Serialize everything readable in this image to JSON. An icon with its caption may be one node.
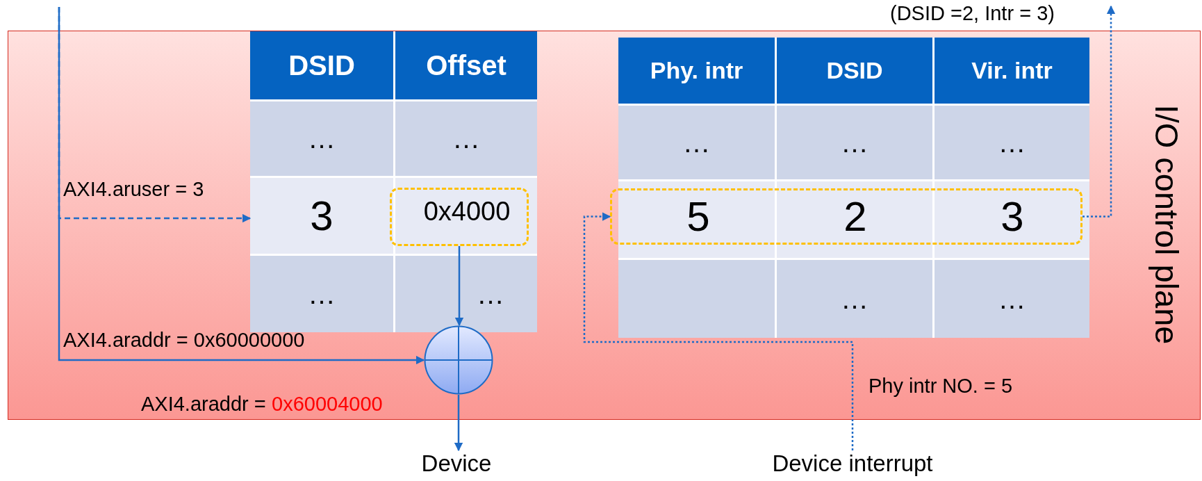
{
  "diagram": {
    "nodes": [
      {
        "text": [
          "I/O control plane"
        ]
      },
      {
        "text": [
          "DSID",
          "Offset",
          "…",
          "…",
          "3",
          "…",
          "…"
        ],
        "in": 0
      },
      {
        "text": [
          "0x4000"
        ],
        "in": 1
      },
      {
        "text": [
          "Phy. intr",
          "DSID",
          "Vir. intr",
          "…",
          "…",
          "…",
          "…",
          "…"
        ],
        "in": 0
      },
      {
        "text": [
          "5",
          "2",
          "3"
        ],
        "in": 3
      },
      {
        "text": [],
        "shape": "circle",
        "in": 0
      },
      {
        "text": [
          "Device"
        ]
      },
      {
        "text": [
          "Device interrupt"
        ]
      }
    ],
    "edges": [
      {
        "from": null,
        "to": 1,
        "arrow": "to",
        "style": "dashed"
      },
      {
        "from": null,
        "to": 5,
        "arrow": "to"
      },
      {
        "from": 2,
        "to": 5,
        "arrow": "to"
      },
      {
        "from": 5,
        "to": 6,
        "arrow": "to"
      },
      {
        "from": 7,
        "to": 4,
        "arrow": "to",
        "style": "dashed"
      },
      {
        "from": 4,
        "to": null,
        "arrow": "to",
        "style": "dashed",
        "label": "(DSID =2, Intr = 3)"
      }
    ],
    "labels": [
      "AXI4.aruser = 3",
      "AXI4.araddr = 0x60000000",
      "AXI4.araddr =",
      "0x60004000",
      "Phy intr NO. = 5"
    ]
  }
}
